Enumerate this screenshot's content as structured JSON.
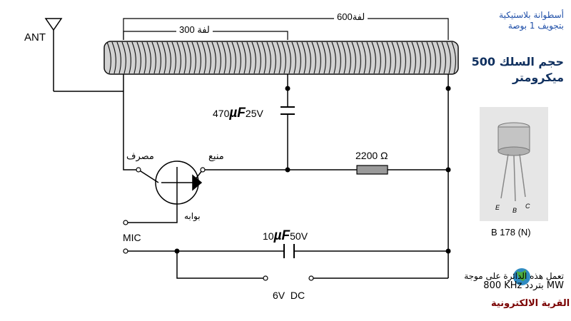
{
  "labels": {
    "ant": "ANT",
    "turns_600": "600لفة",
    "turns_300": "300 لفة",
    "capacitor_1_value": "470",
    "capacitor_1_unit": "µF",
    "capacitor_1_voltage": "25V",
    "resistor": "2200 Ω",
    "drain": "مصرف",
    "source": "منبع",
    "gate": "بوابه",
    "mic": "MIC",
    "capacitor_2_value": "10",
    "capacitor_2_unit": "µF",
    "capacitor_2_voltage": "50V",
    "power": "6V  DC"
  },
  "notes": {
    "coil_line_1": "أسطوانة بلاستيكية",
    "coil_line_2": "بتجويف 1 بوصة",
    "wire_line_1": "حجم السلك 500",
    "wire_line_2": "ميكرومتر"
  },
  "transistor_photo": {
    "caption": "B 178 (N)",
    "pin_e": "E",
    "pin_b": "B",
    "pin_c": "C"
  },
  "footer": {
    "line_1": "تعمل هذه الدائرة على موجة",
    "line_2": "800 KHz  بتردد  MW",
    "watermark": "القرية الالكترونية"
  },
  "colors": {
    "wire": "#000000",
    "note_blue": "#1f4fa8",
    "note_dark": "#10305f",
    "watermark": "#7a0000",
    "resistor_fill": "#9a9a9a",
    "coil_body": "#bdbdbd",
    "globe": "#2f8bc2"
  }
}
